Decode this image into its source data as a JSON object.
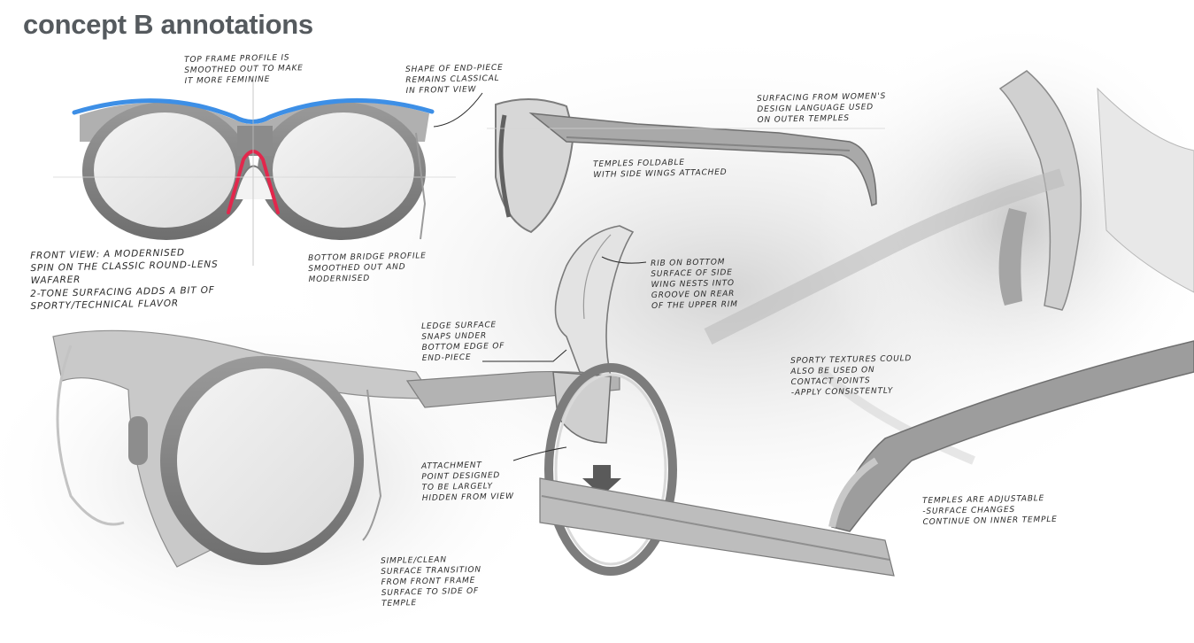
{
  "title": "concept B annotations",
  "colors": {
    "top_profile": "#3d8fe6",
    "bottom_bridge": "#e2274c",
    "title": "#555a5e",
    "ink": "#2a2a2a"
  },
  "annotations": {
    "top_frame": "Top frame profile is\nsmoothed out to make\nit more feminine",
    "end_piece": "Shape of end-piece\nremains classical\nin front view",
    "surfacing": "Surfacing from women's\ndesign language used\non outer temples",
    "temples_foldable": "Temples foldable\nwith side wings attached",
    "front_view": "Front view: a modernised\nspin on the classic round-lens\nwafarer",
    "two_tone": "2-tone surfacing adds a bit of\nsporty/technical flavor",
    "bottom_bridge": "Bottom bridge profile\nsmoothed out and\nmodernised",
    "rib": "Rib on bottom\nsurface of side\nwing nests into\ngroove on rear\nof the upper rim",
    "ledge": "Ledge surface\nsnaps under\nbottom edge of\nend-piece",
    "sporty_textures": "Sporty textures could\nalso be used on\ncontact points\n-apply consistently",
    "attachment": "Attachment\npoint designed\nto be largely\nhidden from view",
    "temples_adjustable": "Temples are adjustable\n-surface changes\ncontinue on inner temple",
    "simple_clean": "Simple/clean\nsurface transition\nfrom front frame\nsurface to side of\ntemple"
  }
}
